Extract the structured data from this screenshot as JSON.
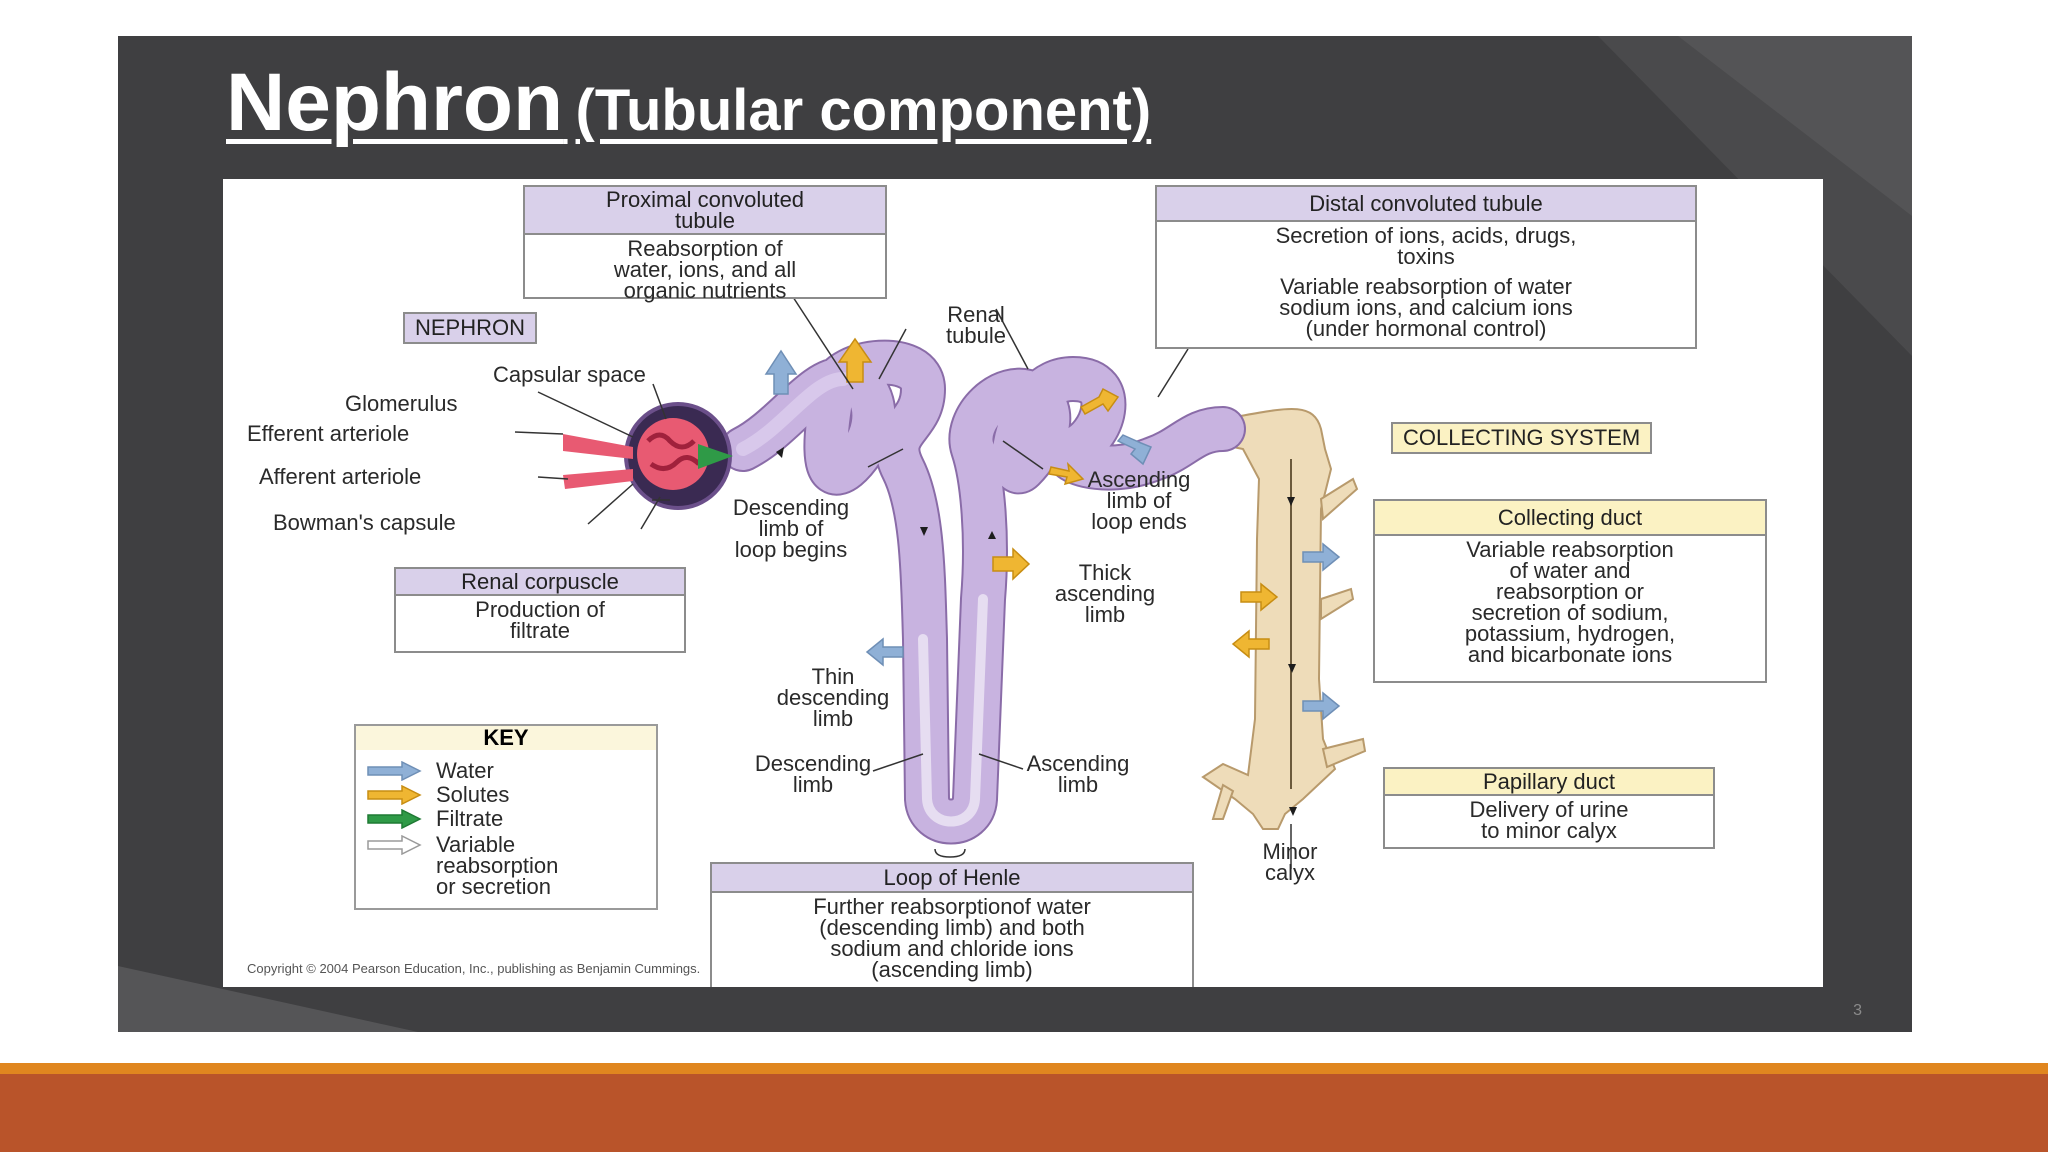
{
  "slide": {
    "title_main": "Nephron",
    "title_sub": "(Tubular component)",
    "page_number": "3"
  },
  "diagram": {
    "tags": {
      "nephron": "NEPHRON",
      "collecting_system": "COLLECTING SYSTEM"
    },
    "boxes": {
      "pct": {
        "title": "Proximal convoluted\ntubule",
        "body": "Reabsorption of\nwater, ions, and all\norganic nutrients"
      },
      "dct": {
        "title": "Distal convoluted tubule",
        "body1": "Secretion of ions, acids, drugs,\ntoxins",
        "body2": "Variable reabsorption of water\nsodium ions, and calcium ions\n(under hormonal control)"
      },
      "renal_corpuscle": {
        "title": "Renal corpuscle",
        "body": "Production of\nfiltrate"
      },
      "collecting_duct": {
        "title": "Collecting duct",
        "body": "Variable reabsorption\nof water and\nreabsorption or\nsecretion of sodium,\npotassium, hydrogen,\nand bicarbonate ions"
      },
      "papillary_duct": {
        "title": "Papillary duct",
        "body": "Delivery of urine\nto minor calyx"
      },
      "loop_of_henle": {
        "title": "Loop of Henle",
        "body": "Further reabsorptionof water\n(descending limb) and both\nsodium and chloride ions\n(ascending limb)"
      }
    },
    "labels": {
      "renal_tubule": "Renal\ntubule",
      "capsular_space": "Capsular space",
      "glomerulus": "Glomerulus",
      "efferent_arteriole": "Efferent arteriole",
      "afferent_arteriole": "Afferent arteriole",
      "bowmans_capsule": "Bowman's capsule",
      "descending_limb_begins": "Descending\nlimb of\nloop begins",
      "ascending_limb_ends": "Ascending\nlimb of\nloop ends",
      "thick_ascending_limb": "Thick\nascending\nlimb",
      "thin_descending_limb": "Thin\ndescending\nlimb",
      "descending_limb": "Descending\nlimb",
      "ascending_limb": "Ascending\nlimb",
      "minor_calyx": "Minor\ncalyx"
    },
    "key": {
      "title": "KEY",
      "items": [
        {
          "label": "Water",
          "color": "#8fb0d6"
        },
        {
          "label": "Solutes",
          "color": "#efb632"
        },
        {
          "label": "Filtrate",
          "color": "#2f9a47"
        },
        {
          "label": "Variable\nreabsorption\nor secretion",
          "color": "#ffffff"
        }
      ]
    },
    "copyright": "Copyright © 2004 Pearson Education, Inc., publishing as Benjamin Cummings."
  },
  "colors": {
    "slide_background": "#3f3f41",
    "footer_stripe": "#e0861f",
    "footer_band": "#b9542a",
    "tubule": "#c2addc",
    "collecting_duct": "#eedcb9",
    "header_purple": "#d9d0ea",
    "header_yellow": "#fbf2c3"
  }
}
